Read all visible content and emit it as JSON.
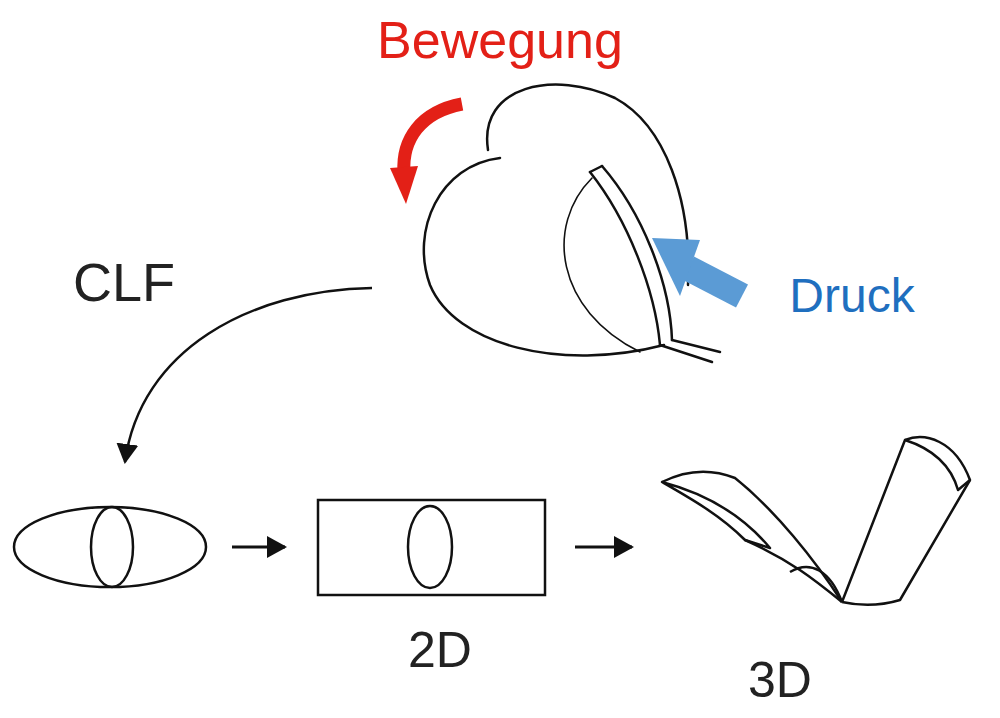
{
  "diagram": {
    "labels": [
      "Bewegung",
      "Druck",
      "CLF",
      "2D",
      "3D"
    ]
  }
}
